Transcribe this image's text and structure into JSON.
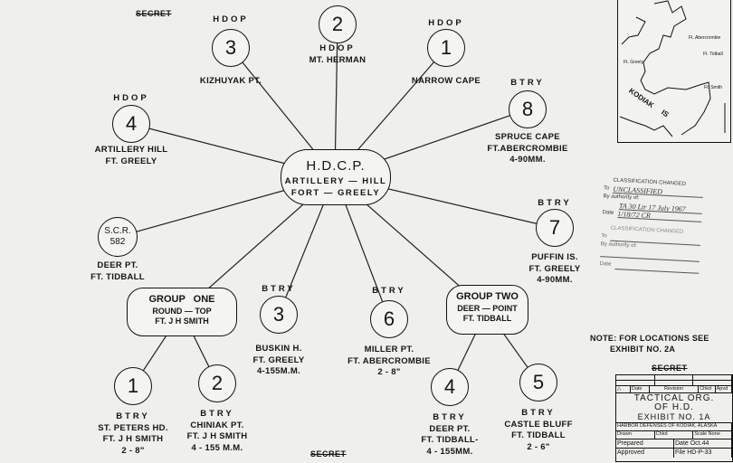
{
  "secret_top": "SECRET",
  "secret_bottom": "SECRET",
  "hq": {
    "title": "H.D.C.P.",
    "line1": "ARTILLERY — HILL",
    "line2": "FORT — GREELY"
  },
  "groups": [
    {
      "id": "g1",
      "title": "GROUP ONE",
      "line1": "ROUND — TOP",
      "line2": "FT. J H SMITH"
    },
    {
      "id": "g2",
      "title": "GROUP TWO",
      "line1": "DEER — POINT",
      "line2": "FT. TIDBALL"
    }
  ],
  "nodes": [
    {
      "id": "hdop3",
      "number": "3",
      "top": "HDOP",
      "lines": [
        "KIZHUYAK PT."
      ]
    },
    {
      "id": "hdop2",
      "number": "2",
      "top": "",
      "lines": [
        "HDOP",
        "MT. HERMAN"
      ]
    },
    {
      "id": "hdop1",
      "number": "1",
      "top": "HDOP",
      "lines": [
        "NARROW CAPE"
      ]
    },
    {
      "id": "hdop4",
      "number": "4",
      "top": "HDOP",
      "lines": [
        "ARTILLERY HILL",
        "FT. GREELY"
      ]
    },
    {
      "id": "btry8",
      "number": "8",
      "top": "BTRY",
      "lines": [
        "SPRUCE CAPE",
        "FT.ABERCROMBIE",
        "4-90MM."
      ]
    },
    {
      "id": "scr",
      "number": "S.C.R.\n582",
      "top": "",
      "lines": [
        "DEER PT.",
        "FT. TIDBALL"
      ]
    },
    {
      "id": "btry7",
      "number": "7",
      "top": "BTRY",
      "lines": [
        "PUFFIN IS.",
        "FT. GREELY",
        "4-90MM."
      ]
    },
    {
      "id": "btry3",
      "number": "3",
      "top": "BTRY",
      "lines": [
        "BUSKIN H.",
        "FT. GREELY",
        "4-155M.M."
      ]
    },
    {
      "id": "btry6",
      "number": "6",
      "top": "BTRY",
      "lines": [
        "MILLER PT.",
        "FT. ABERCROMBIE",
        "2 - 8\""
      ]
    },
    {
      "id": "btry1",
      "number": "1",
      "top": "",
      "lines": [
        "BTRY",
        "ST. PETERS HD.",
        "FT. J H SMITH",
        "2 - 8\""
      ]
    },
    {
      "id": "btry2",
      "number": "2",
      "top": "",
      "lines": [
        "BTRY",
        "CHINIAK PT.",
        "FT. J H SMITH",
        "4 - 155 M.M."
      ]
    },
    {
      "id": "btry4",
      "number": "4",
      "top": "",
      "lines": [
        "BTRY",
        "DEER PT.",
        "FT. TIDBALL-",
        "4 - 155MM."
      ]
    },
    {
      "id": "btry5",
      "number": "5",
      "top": "",
      "lines": [
        "BTRY",
        "CASTLE BLUFF",
        "FT. TIDBALL",
        "2 - 6\""
      ]
    }
  ],
  "map": {
    "labels": [
      "Ft. Abercrombie",
      "Ft. Tidball",
      "Ft. Greely",
      "Ft. Smith",
      "KODIAK",
      "IS"
    ]
  },
  "stamp": {
    "title": "CLASSIFICATION CHANGED",
    "to": "To",
    "to_value": "UNCLASSIFIED",
    "authority": "By authority of:",
    "authority_value": "TA 30 Ltr 17 July 1967",
    "date": "Date",
    "date_value": "1/18/72 CR",
    "title2": "CLASSIFICATION CHANGED",
    "to2": "To",
    "authority2": "By authority of:",
    "date2": "Date"
  },
  "note": {
    "line1": "NOTE: FOR LOCATIONS SEE",
    "line2": "EXHIBIT NO. 2A"
  },
  "title_block": {
    "secret": "SECRET",
    "rev_headers": [
      "△",
      "Date",
      "Revision",
      "Chkd",
      "Apvd"
    ],
    "title1": "TACTICAL ORG.",
    "title2": "OF H.D.",
    "title3": "EXHIBIT NO. 1A",
    "org": "HARBOR DEFENSES OF KODIAK, ALASKA",
    "drawn": "Drawn",
    "chkd": "Chkd",
    "scale": "Scale None",
    "prepared": "Prepared",
    "date": "Date Oct.44",
    "approved": "Approved",
    "file": "File HD-P-33"
  }
}
